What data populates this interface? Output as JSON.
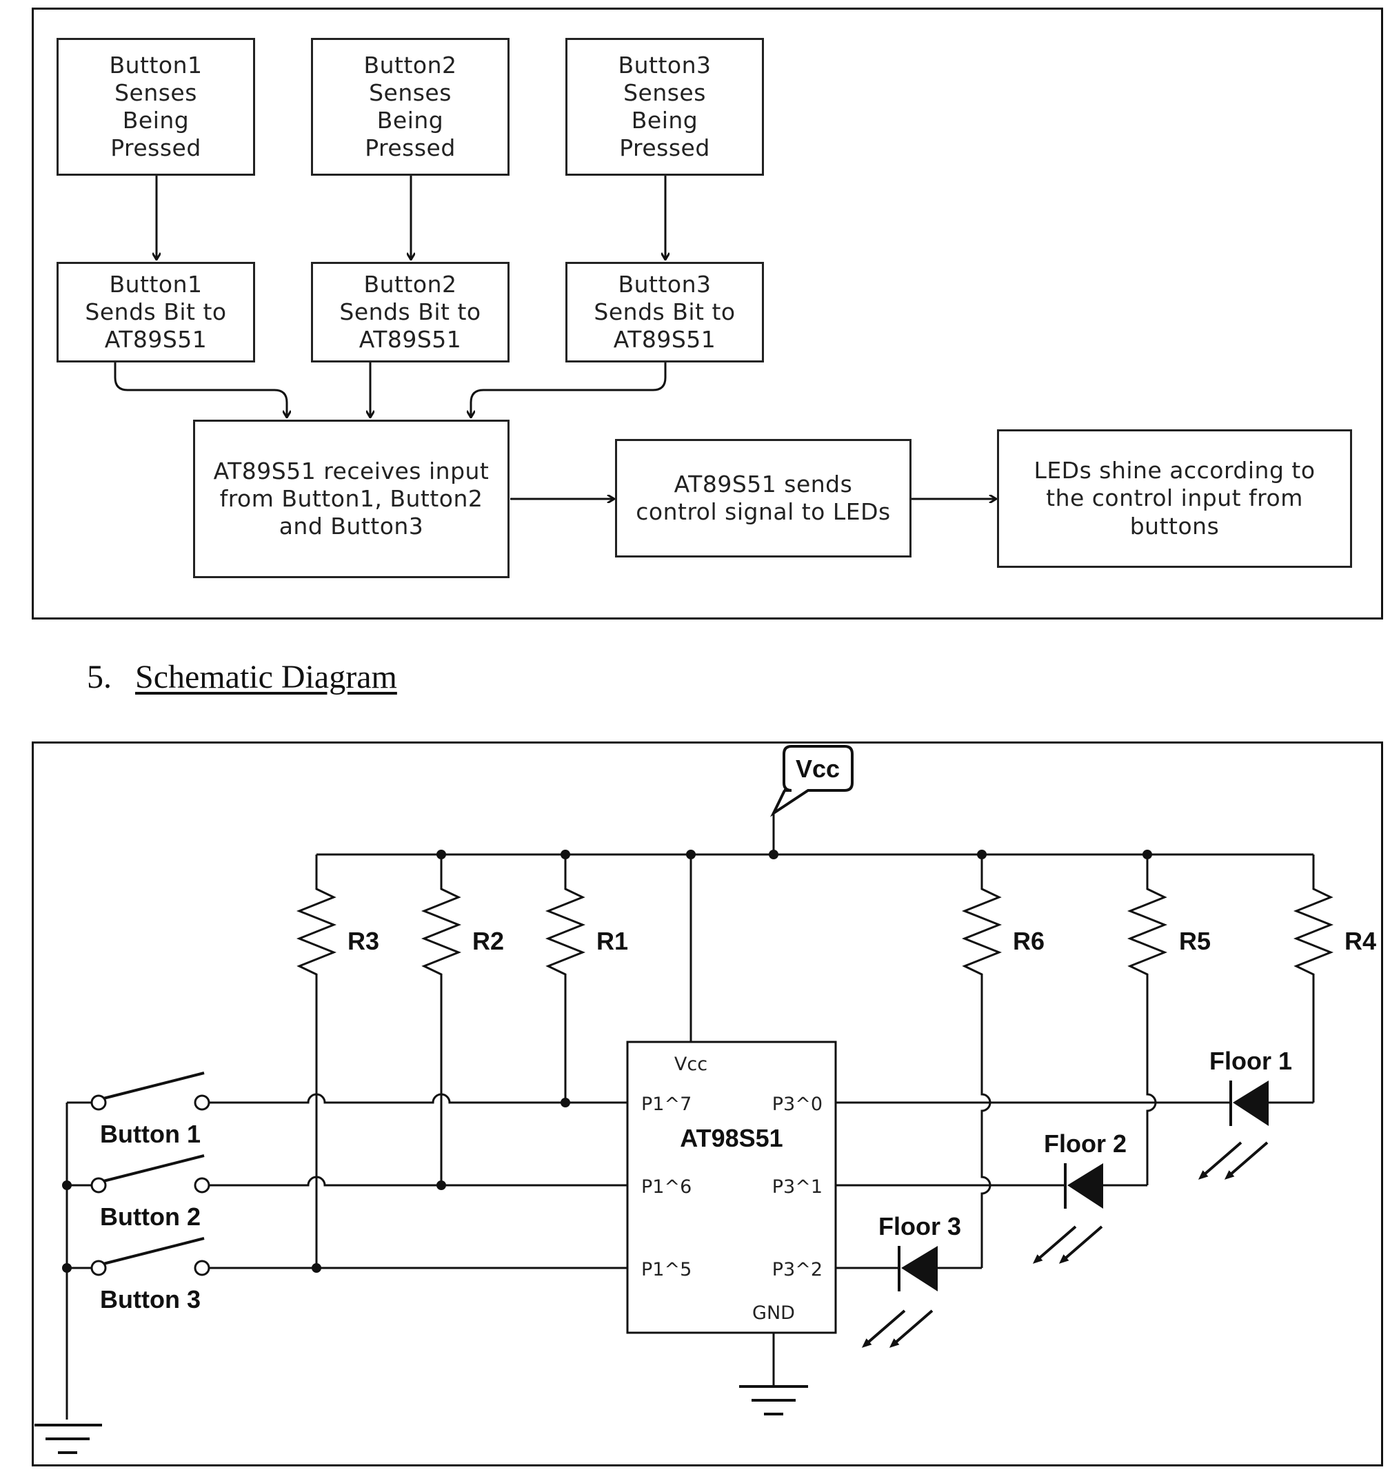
{
  "flowchart": {
    "boxes": {
      "b1_sense": "Button1\nSenses\nBeing\nPressed",
      "b2_sense": "Button2\nSenses\nBeing\nPressed",
      "b3_sense": "Button3\nSenses\nBeing\nPressed",
      "b1_send": "Button1\nSends Bit to\nAT89S51",
      "b2_send": "Button2\nSends Bit to\nAT89S51",
      "b3_send": "Button3\nSends Bit to\nAT89S51",
      "receive": "AT89S51 receives input\nfrom Button1, Button2\nand Button3",
      "control": "AT89S51 sends\ncontrol signal to LEDs",
      "leds": "LEDs shine according to\nthe control input from\nbuttons"
    }
  },
  "section": {
    "number": "5.",
    "title": "Schematic Diagram"
  },
  "schematic": {
    "vcc_tag": "Vcc",
    "resistors": {
      "r1": "R1",
      "r2": "R2",
      "r3": "R3",
      "r4": "R4",
      "r5": "R5",
      "r6": "R6"
    },
    "chip": {
      "name": "AT98S51",
      "vcc": "Vcc",
      "gnd": "GND",
      "p17": "P1^7",
      "p16": "P1^6",
      "p15": "P1^5",
      "p30": "P3^0",
      "p31": "P3^1",
      "p32": "P3^2"
    },
    "buttons": {
      "b1": "Button 1",
      "b2": "Button 2",
      "b3": "Button 3"
    },
    "leds": {
      "f1": "Floor 1",
      "f2": "Floor 2",
      "f3": "Floor 3"
    }
  }
}
